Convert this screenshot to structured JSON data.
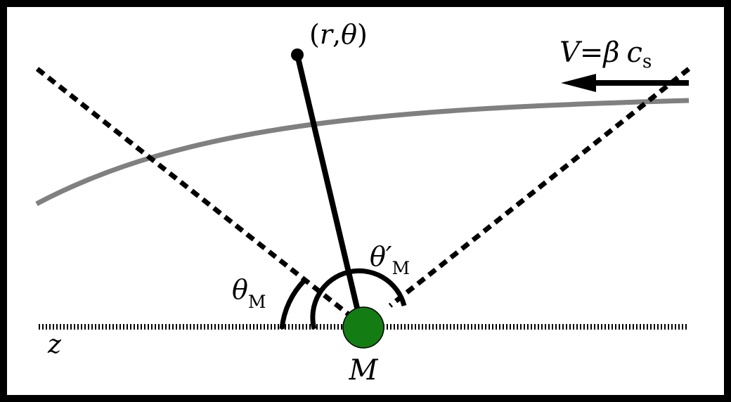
{
  "labels": {
    "point_open": "(",
    "point_r": "r",
    "point_comma": ",",
    "point_theta": "θ",
    "point_close": ")",
    "velocity_V": "V",
    "velocity_eq": "=",
    "velocity_beta": "β",
    "velocity_c": "c",
    "velocity_sub": "s",
    "theta_m": "θ",
    "theta_m_sub": "M",
    "theta_m_prime": "θ′",
    "theta_m_prime_sub": "M",
    "axis_z": "z",
    "mass_M": "M"
  },
  "colors": {
    "frame": "#000000",
    "background": "#ffffff",
    "lines": "#000000",
    "curve": "#808080",
    "mass": "#137d13"
  }
}
